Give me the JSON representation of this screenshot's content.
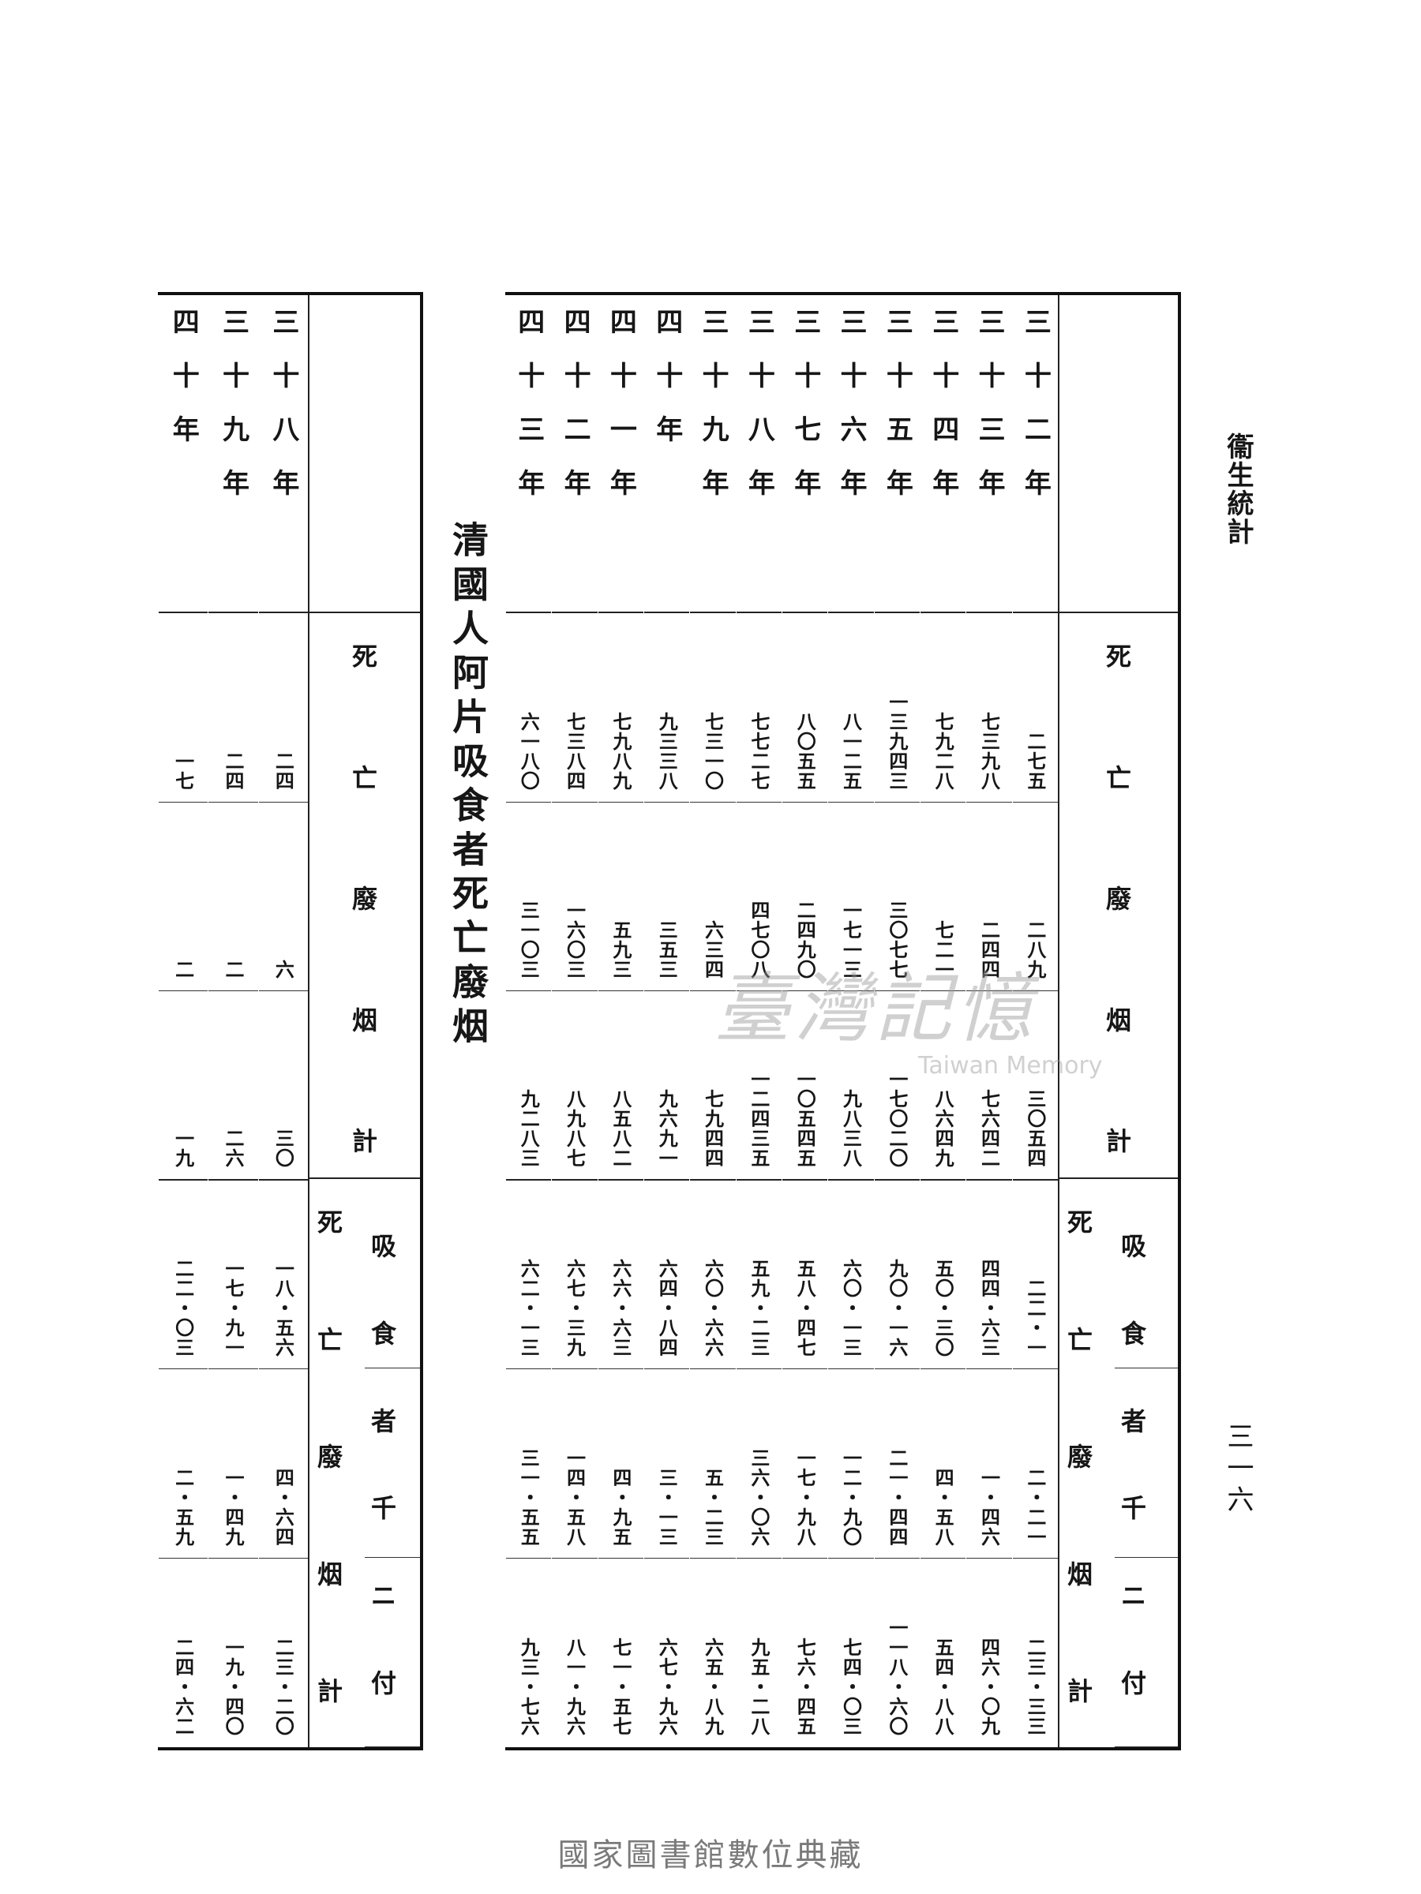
{
  "side_header": "衞生統計",
  "page_number": "三一六",
  "title": "清國人阿片吸食者死亡廢烟",
  "footer": "國家圖書館數位典藏",
  "watermark": {
    "zh": "臺灣記憶",
    "en": "Taiwan Memory"
  },
  "header_labels": {
    "death_chars": [
      "死",
      "亡",
      "廢",
      "烟",
      "計"
    ],
    "per_thousand_chars": [
      "吸",
      "食",
      "者",
      "千",
      "ニ",
      "付"
    ],
    "per_thousand_sub_chars": [
      "死",
      "亡",
      "廢",
      "烟",
      "計"
    ]
  },
  "table_right": [
    {
      "year": "三十二年",
      "death": "二七五",
      "quit": "二八九",
      "total": "三〇五四",
      "death_pt": "二二・一",
      "quit_pt": "二・二一",
      "total_pt": "二三・三三"
    },
    {
      "year": "三十三年",
      "death": "七三九八",
      "quit": "二四四",
      "total": "七六四二",
      "death_pt": "四四・六三",
      "quit_pt": "一・四六",
      "total_pt": "四六・〇九"
    },
    {
      "year": "三十四年",
      "death": "七九二八",
      "quit": "七二一",
      "total": "八六四九",
      "death_pt": "五〇・三〇",
      "quit_pt": "四・五八",
      "total_pt": "五四・八八"
    },
    {
      "year": "三十五年",
      "death": "一三九四三",
      "quit": "三〇七七",
      "total": "一七〇二〇",
      "death_pt": "九〇・一六",
      "quit_pt": "二一・四四",
      "total_pt": "一一八・六〇"
    },
    {
      "year": "三十六年",
      "death": "八一二五",
      "quit": "一七一三",
      "total": "九八三八",
      "death_pt": "六〇・一三",
      "quit_pt": "一二・九〇",
      "total_pt": "七四・〇三"
    },
    {
      "year": "三十七年",
      "death": "八〇五五",
      "quit": "二四九〇",
      "total": "一〇五四五",
      "death_pt": "五八・四七",
      "quit_pt": "一七・九八",
      "total_pt": "七六・四五"
    },
    {
      "year": "三十八年",
      "death": "七七二七",
      "quit": "四七〇八",
      "total": "一二四三五",
      "death_pt": "五九・二三",
      "quit_pt": "三六・〇六",
      "total_pt": "九五・二八"
    },
    {
      "year": "三十九年",
      "death": "七三一〇",
      "quit": "六三四",
      "total": "七九四四",
      "death_pt": "六〇・六六",
      "quit_pt": "五・二三",
      "total_pt": "六五・八九"
    },
    {
      "year": "四十年",
      "death": "九三三八",
      "quit": "三五三",
      "total": "九六九一",
      "death_pt": "六四・八四",
      "quit_pt": "三・一三",
      "total_pt": "六七・九六"
    },
    {
      "year": "四十一年",
      "death": "七九八九",
      "quit": "五九三",
      "total": "八五八二",
      "death_pt": "六六・六三",
      "quit_pt": "四・九五",
      "total_pt": "七一・五七"
    },
    {
      "year": "四十二年",
      "death": "七三八四",
      "quit": "一六〇三",
      "total": "八九八七",
      "death_pt": "六七・三九",
      "quit_pt": "一四・五八",
      "total_pt": "八一・九六"
    },
    {
      "year": "四十三年",
      "death": "六一八〇",
      "quit": "三一〇三",
      "total": "九二八三",
      "death_pt": "六二・一三",
      "quit_pt": "三一・五五",
      "total_pt": "九三・七六"
    }
  ],
  "table_left": [
    {
      "year": "三十八年",
      "death": "二四",
      "quit": "六",
      "total": "三〇",
      "death_pt": "一八・五六",
      "quit_pt": "四・六四",
      "total_pt": "二三・二〇"
    },
    {
      "year": "三十九年",
      "death": "二四",
      "quit": "二",
      "total": "二六",
      "death_pt": "一七・九一",
      "quit_pt": "一・四九",
      "total_pt": "一九・四〇"
    },
    {
      "year": "四十年",
      "death": "一七",
      "quit": "二",
      "total": "一九",
      "death_pt": "二二・〇三",
      "quit_pt": "二・五九",
      "total_pt": "二四・六二"
    }
  ]
}
